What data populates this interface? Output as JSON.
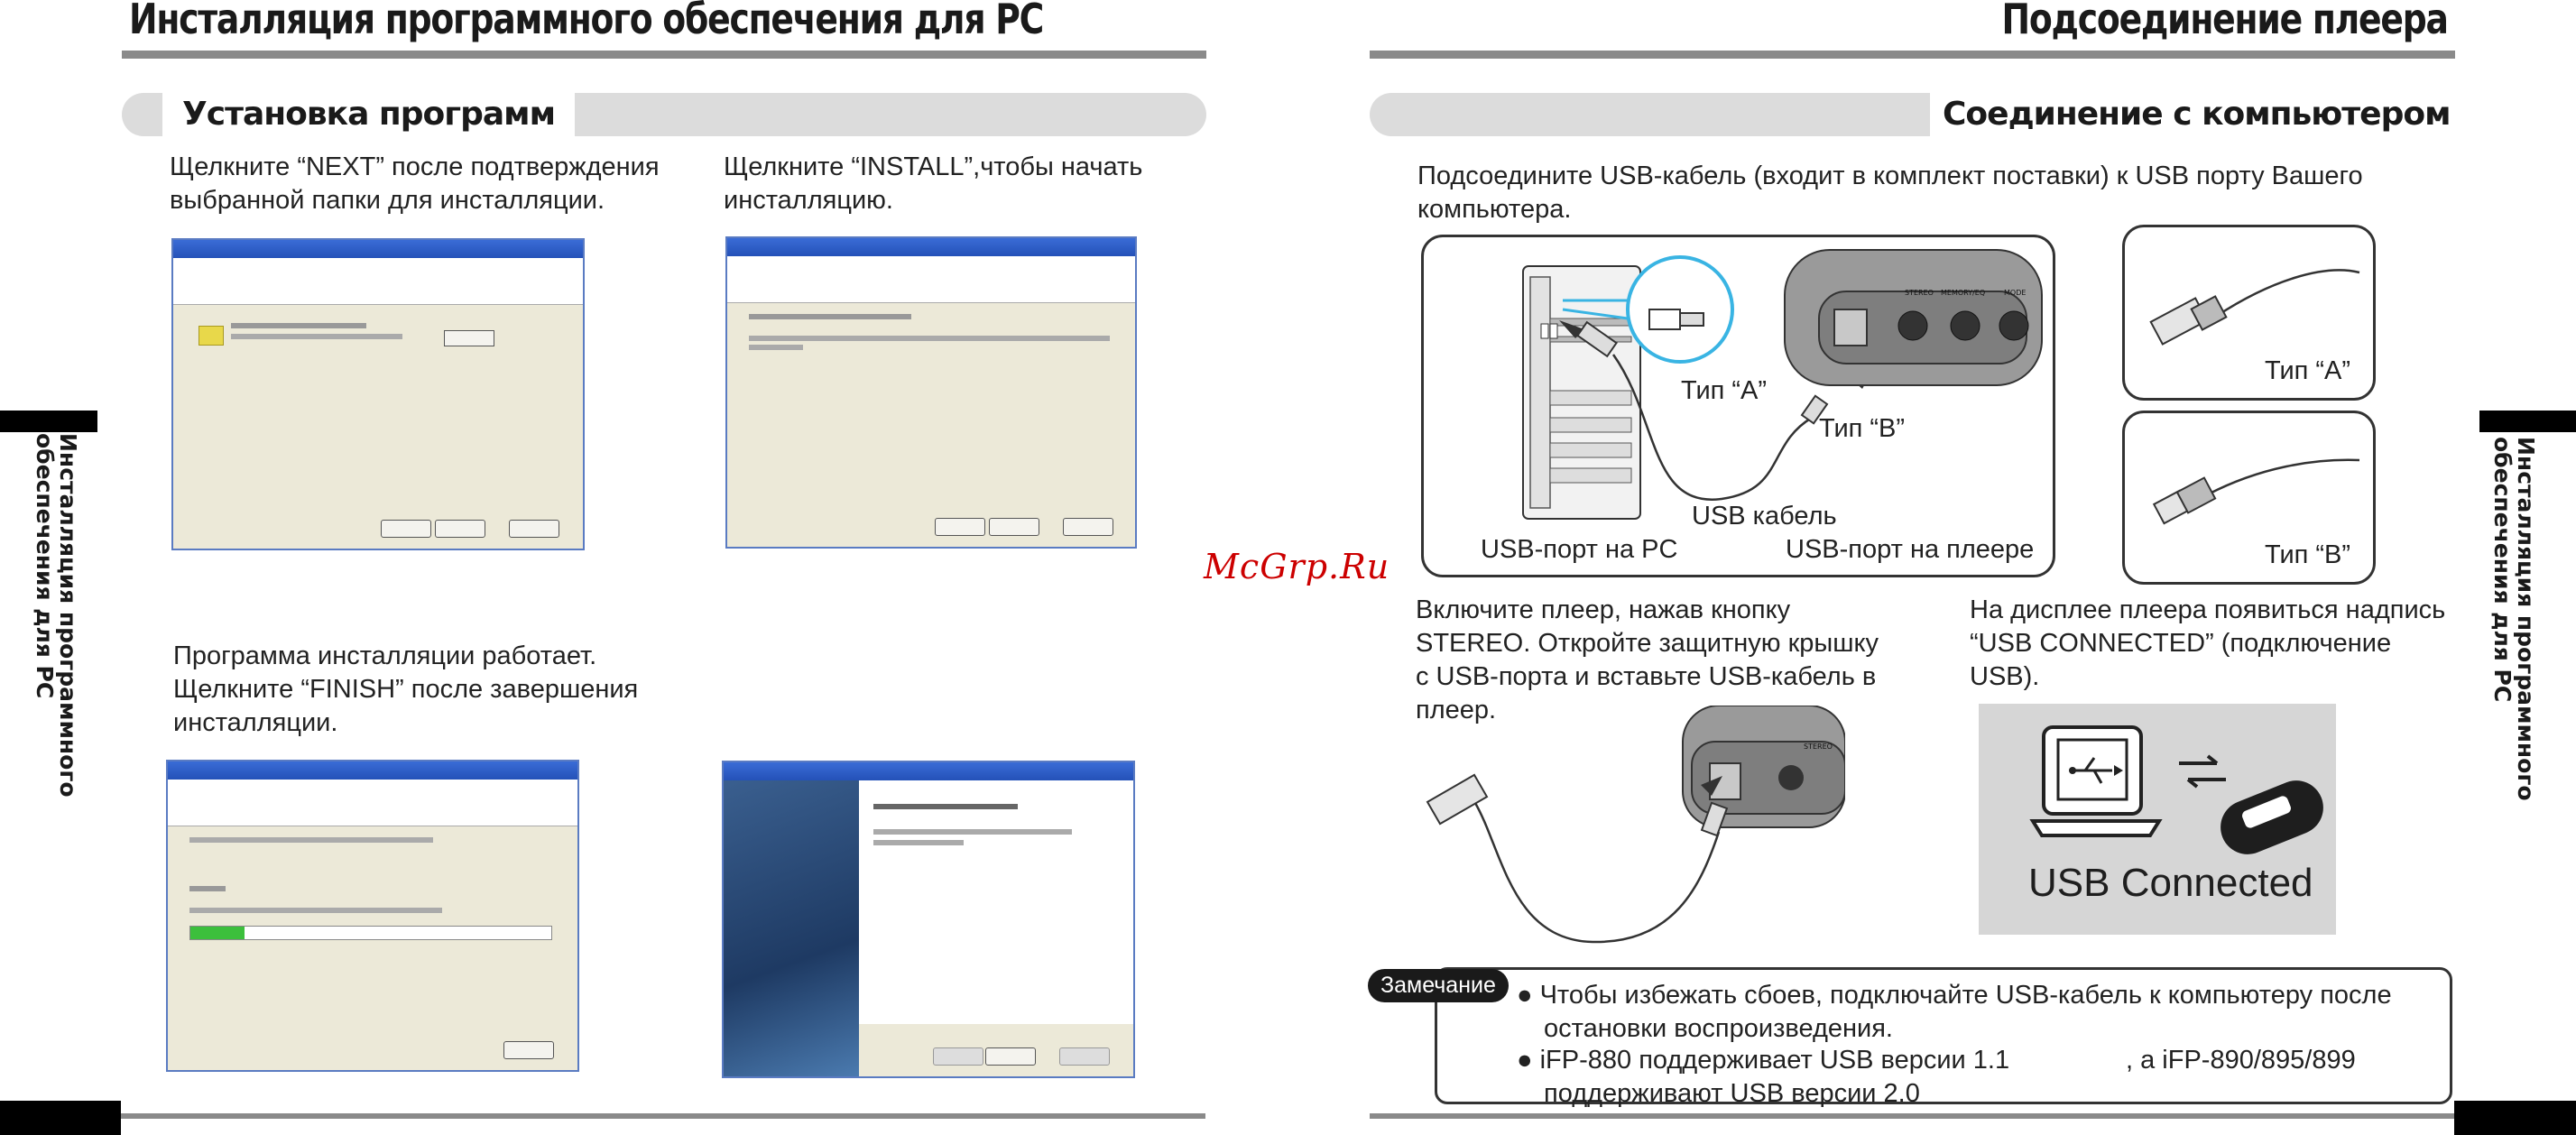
{
  "left_page": {
    "title": "Инсталляция программного обеспечения для PC",
    "section_title": "Установка программ",
    "side_tab": [
      "Инсталляция программного",
      "обеспечения для PC"
    ],
    "step1": [
      "Щелкните “NEXT” после подтверждения",
      "выбранной папки для инсталляции."
    ],
    "step2": [
      "Щелкните “INSTALL”,чтобы начать",
      "инсталляцию."
    ],
    "step3": [
      "Программа инсталляции работает.",
      "Щелкните “FINISH” после завершения",
      "инсталляции."
    ]
  },
  "right_page": {
    "title": "Подсоединение плеера",
    "section_title": "Соединение с компьютером",
    "side_tab": [
      "Инсталляция программного",
      "обеспечения для PC"
    ],
    "intro": [
      "Подсоедините USB-кабель (входит в комплект поставки) к USB порту Вашего",
      "компьютера."
    ],
    "diagram": {
      "type_a": "Тип “A”",
      "type_b": "Тип “B”",
      "usb_cable": "USB кабель",
      "usb_port_pc": "USB-порт на PC",
      "usb_port_player": "USB-порт на плеере",
      "player_buttons": [
        "STEREO",
        "MEMORY/EQ",
        "MODE"
      ]
    },
    "type_a_box": "Тип “A”",
    "type_b_box": "Тип “B”",
    "step_power": [
      "Включите плеер, нажав кнопку",
      "STEREO. Откройте защитную крышку",
      "с USB-порта и вставьте USB-кабель в",
      "плеер."
    ],
    "step_display": [
      "На дисплее плеера появиться надпись",
      "“USB CONNECTED” (подключение",
      "USB)."
    ],
    "usb_connected": "USB Connected",
    "note_label": "Замечание",
    "notes": [
      [
        "Чтобы избежать сбоев, подключайте USB-кабель к компьютеру после",
        "остановки воспроизведения."
      ],
      [
        "iFP-880 поддерживает USB версии 1.1                , а iFP-890/895/899",
        "поддерживают USB версии 2.0"
      ]
    ]
  },
  "watermark": "McGrp.Ru"
}
